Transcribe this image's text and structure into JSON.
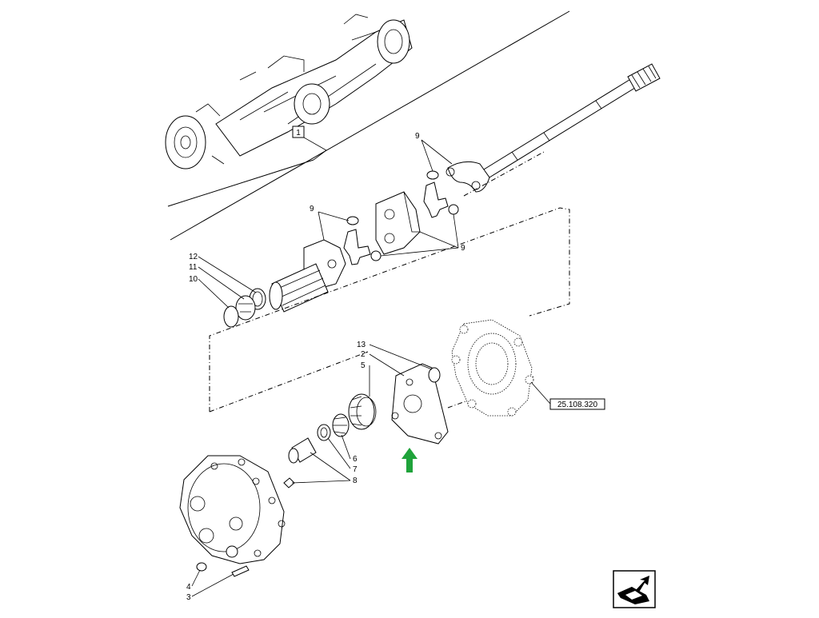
{
  "callouts": {
    "c1": "1",
    "c9a": "9",
    "c9b": "9",
    "c9c": "9",
    "c12": "12",
    "c11": "11",
    "c10": "10",
    "c13": "13",
    "c2": "2",
    "c5": "5",
    "c6": "6",
    "c7": "7",
    "c8": "8",
    "c4": "4",
    "c3": "3"
  },
  "reference": {
    "label": "25.108.320"
  },
  "icons": {
    "arrow": "front-direction-arrow-icon",
    "nav": "navigation-return-icon"
  },
  "colors": {
    "arrow": "#1fa33a",
    "line": "#000000",
    "background": "#ffffff"
  }
}
